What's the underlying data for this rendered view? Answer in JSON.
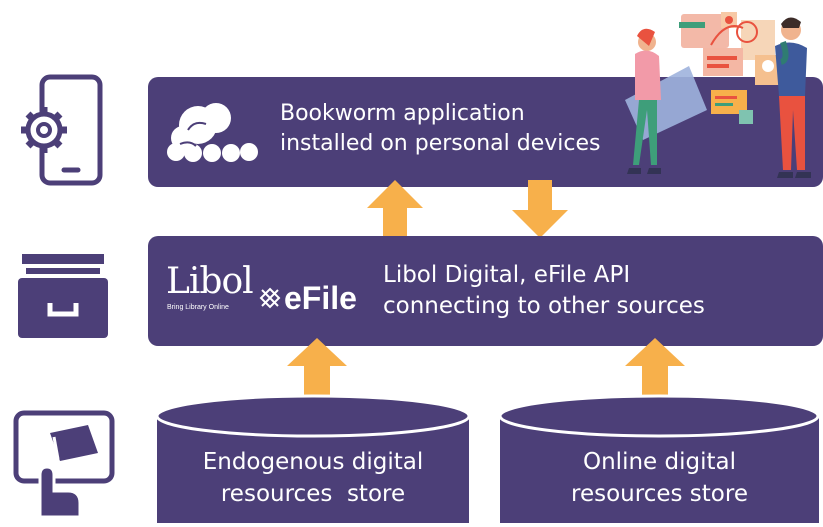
{
  "layers": {
    "app": {
      "line1": "Bookworm application",
      "line2": "installed on personal devices"
    },
    "api": {
      "line1": "Libol Digital, eFile API",
      "line2": "connecting to other sources"
    }
  },
  "logos": {
    "libol": "Libol",
    "libol_tagline": "Bring Library Online",
    "efile": "eFile"
  },
  "stores": {
    "endogenous": {
      "line1": "Endogenous digital",
      "line2": "resources  store"
    },
    "online": {
      "line1": "Online digital",
      "line2": "resources store"
    }
  },
  "colors": {
    "primary": "#4c3f78",
    "arrow": "#f7b04b",
    "background": "#ffffff"
  },
  "icons": [
    "mobile-settings-icon",
    "archive-drawer-icon",
    "tablet-book-touch-icon",
    "cloud-icon",
    "efile-logo-icon",
    "people-with-device-illustration"
  ]
}
